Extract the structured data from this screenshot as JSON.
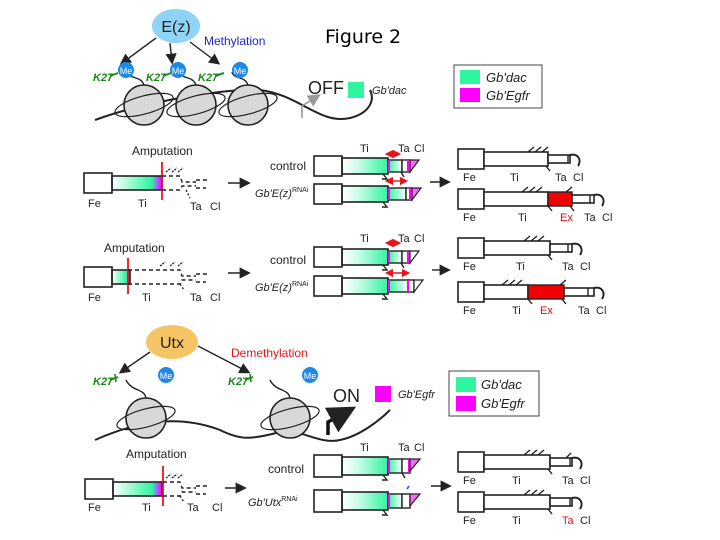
{
  "figure_title": "Figure 2",
  "colors": {
    "gb_dac": "#2ff5a0",
    "gb_egfr": "#ff00ff",
    "ez_enzyme": "#8fd3f5",
    "utx_enzyme": "#f5c565",
    "methyl": "#1e88e5",
    "k27": "#1a8a1a",
    "amputation_line": "#e8141c",
    "extension": "#f00000",
    "methylation_text": "#2222cc",
    "demethylation_text": "#e8141c"
  },
  "panel_a": {
    "enzyme": "E(z)",
    "process": "Methylation",
    "mark": "K27",
    "methyl": "Me",
    "state": "OFF",
    "gene": "Gb'dac"
  },
  "legend": [
    {
      "label": "Gb'dac",
      "color": "#2ff5a0"
    },
    {
      "label": "Gb'Egfr",
      "color": "#ff00ff"
    }
  ],
  "panel_b": {
    "amputation_label": "Amputation",
    "segments": {
      "fe": "Fe",
      "ti": "Ti",
      "ta": "Ta",
      "cl": "Cl"
    },
    "conditions": {
      "control": "control",
      "rnai": "Gb'E(z)",
      "rnai_sup": "RNAi"
    },
    "result_extra": "Ex"
  },
  "panel_c": {
    "amputation_label": "Amputation",
    "segments": {
      "fe": "Fe",
      "ti": "Ti",
      "ta": "Ta",
      "cl": "Cl"
    },
    "conditions": {
      "control": "control",
      "rnai": "Gb'E(z)",
      "rnai_sup": "RNAi"
    },
    "result_extra": "Ex"
  },
  "panel_d": {
    "enzyme": "Utx",
    "process": "Demethylation",
    "mark": "K27",
    "methyl": "Me",
    "state": "ON",
    "gene": "Gb'Egfr"
  },
  "panel_e": {
    "amputation_label": "Amputation",
    "segments": {
      "fe": "Fe",
      "ti": "Ti",
      "ta": "Ta",
      "cl": "Cl"
    },
    "conditions": {
      "control": "control",
      "rnai": "Gb'Utx",
      "rnai_sup": "RNAi"
    },
    "result_highlight": "Ta"
  }
}
